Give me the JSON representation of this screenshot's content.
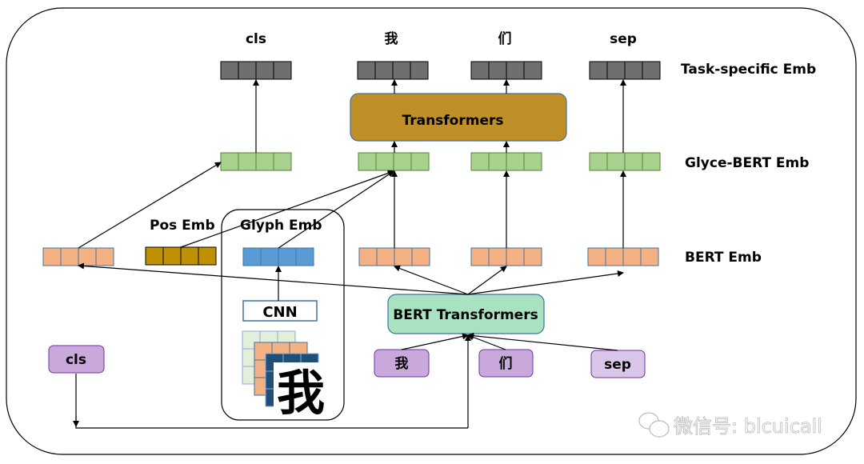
{
  "tokens_out": [
    "cls",
    "我",
    "们",
    "sep"
  ],
  "tokens_in": [
    "cls",
    "我",
    "们",
    "sep"
  ],
  "labels": {
    "task_specific": "Task-specific Emb",
    "glyce_bert": "Glyce-BERT Emb",
    "bert_emb": "BERT Emb",
    "pos_emb": "Pos Emb",
    "glyph_emb": "Glyph Emb",
    "cnn": "CNN",
    "transformers": "Transformers",
    "bert_transformers": "BERT Transformers",
    "glyph_char": "我"
  },
  "watermark": "微信号: blcuicall",
  "colors": {
    "task": "#6f6f6f",
    "glyce": "#a9d18e",
    "bert": "#f4b183",
    "pos": "#bf9000",
    "glyph": "#5b9bd5",
    "transformers": "#bf9027",
    "bert_transformers": "#a8e2c0",
    "token": "#c9a9dc"
  }
}
